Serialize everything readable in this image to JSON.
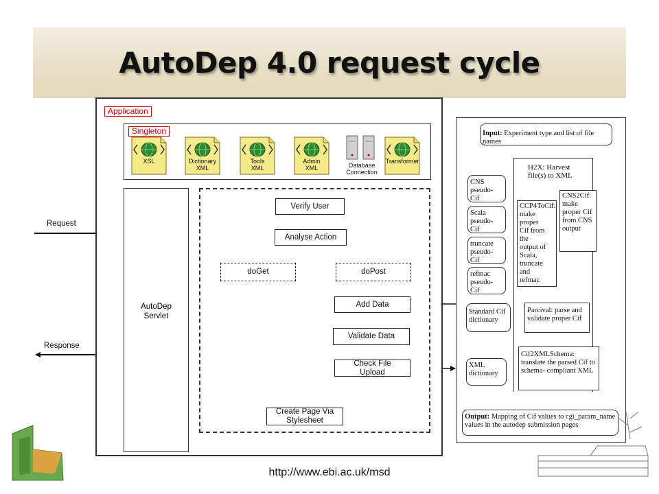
{
  "title": "AutoDep 4.0 request cycle",
  "footer_url": "http://www.ebi.ac.uk/msd",
  "application": {
    "label": "Application",
    "singleton_label": "Singleton",
    "components": [
      {
        "icon": "globe-document-icon",
        "label": "XSL"
      },
      {
        "icon": "globe-document-icon",
        "label": "Dictionary\nXML"
      },
      {
        "icon": "globe-document-icon",
        "label": "Tools\nXML"
      },
      {
        "icon": "globe-document-icon",
        "label": "Admin\nXML"
      },
      {
        "icon": "database-server-icon",
        "label": "Database\nConnection"
      },
      {
        "icon": "globe-document-icon",
        "label": "Transformer"
      }
    ],
    "servlet_label": "AutoDep\nServlet",
    "request_label": "Request",
    "response_label": "Response"
  },
  "flow": {
    "verify_user": "Verify User",
    "analyse_action": "Analyse Action",
    "do_get": "doGet",
    "do_post": "doPost",
    "add_data": "Add Data",
    "validate_data": "Validate Data",
    "check_file_upload": "Check File\nUpload",
    "create_page": "Create Page Via\nStylesheet"
  },
  "pipeline": {
    "input_bold": "Input:",
    "input_text": " Experiment type and list of file names",
    "h2x": "H2X: Harvest\nfile(s) to XML",
    "cns_pseudo": "CNS\npseudo- Cif",
    "scala_pseudo": "Scala\npseudo- Cif",
    "truncate_pseudo": "truncate\npseudo- Cif",
    "refmac_pseudo": "refmac\npseudo- Cif",
    "ccp4tocif": "CCP4ToCif:\nmake proper\nCif from the\noutput of\nScala,\ntruncate and\nrefmac",
    "cns2cif": "CNS2Cif:\nmake\nproper Cif\nfrom CNS\noutput",
    "standard_cif": "Standard Cif\ndictionary",
    "parcival": "Parcival: parse and\nvalidate proper Cif",
    "xml_dictionary": "XML\ndictionary",
    "cif2xml": "Cif2XMLSchema:\ntranslate the parsed Cif to\nschema- compliant XML",
    "output_bold": "Output:",
    "output_text": " Mapping of Cif values to cgi_param_name\nvalues in the autodep submission pages"
  },
  "colors": {
    "banner": "#e9e0c8",
    "application_red": "#cc0000",
    "globe_green": "#2e8b2e",
    "doc_yellow": "#f5e98a"
  }
}
